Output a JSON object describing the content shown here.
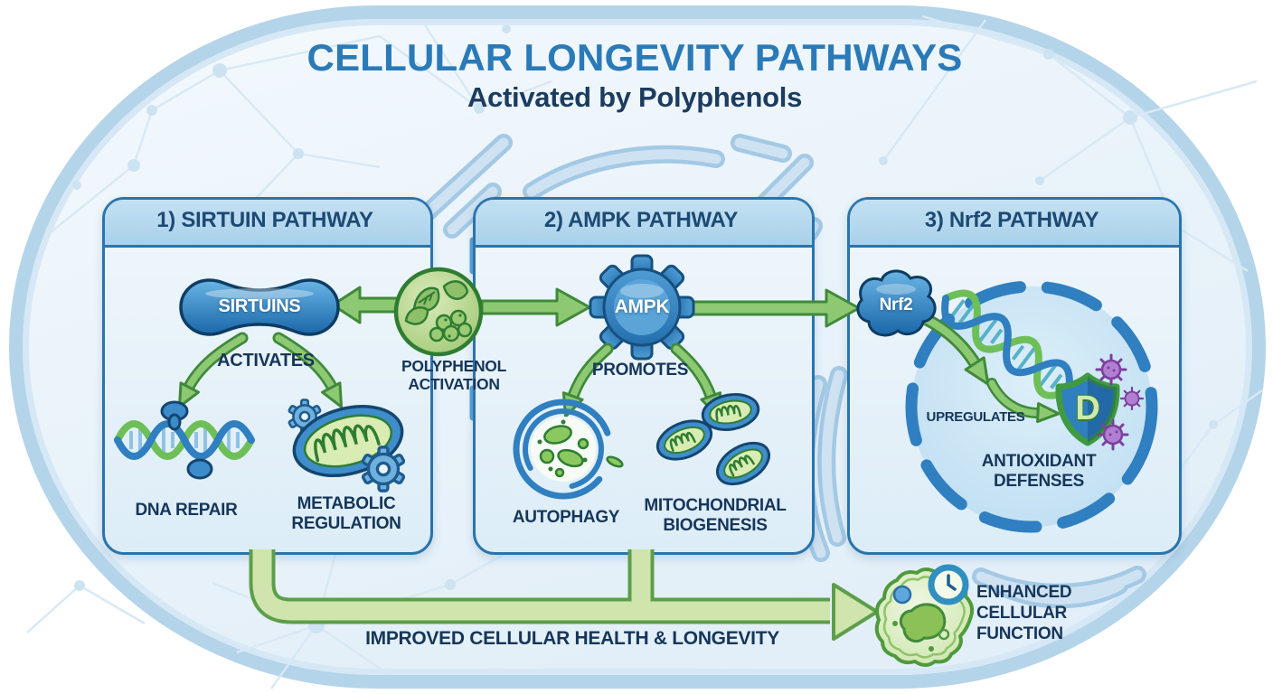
{
  "header": {
    "title": "CELLULAR LONGEVITY PATHWAYS",
    "subtitle": "Activated by Polyphenols"
  },
  "source": {
    "label_line1": "POLYPHENOL",
    "label_line2": "ACTIVATION"
  },
  "panel1": {
    "header": "1) SIRTUIN PATHWAY",
    "node_label": "SIRTUINS",
    "verb": "ACTIVATES",
    "outcome_left": "DNA REPAIR",
    "outcome_right_line1": "METABOLIC",
    "outcome_right_line2": "REGULATION"
  },
  "panel2": {
    "header": "2) AMPK PATHWAY",
    "node_label": "AMPK",
    "verb": "PROMOTES",
    "outcome_left": "AUTOPHAGY",
    "outcome_right_line1": "MITOCHONDRIAL",
    "outcome_right_line2": "BIOGENESIS"
  },
  "panel3": {
    "header": "3) Nrf2 PATHWAY",
    "node_label": "Nrf2",
    "verb": "UPREGULATES",
    "shield_letter": "D",
    "outcome_line1": "ANTIOXIDANT",
    "outcome_line2": "DEFENSES"
  },
  "footer": {
    "flow_label": "IMPROVED CELLULAR HEALTH & LONGEVITY",
    "result_line1": "ENHANCED",
    "result_line2": "CELLULAR",
    "result_line3": "FUNCTION"
  },
  "colors": {
    "title_blue": "#2b7ab8",
    "navy_text": "#16365a",
    "panel_border": "#2a74ad",
    "panel_header_fill": "#b5d8ee",
    "arrow_green": "#8dc873",
    "arrow_green_dark": "#3f8a3a",
    "pipe_green_fill": "#cfe5ad",
    "pipe_green_edge": "#5d9e4a",
    "node_blue": "#3c8bcb",
    "virus_purple": "#a06cc8",
    "membrane_blue": "#b4d4ea"
  }
}
